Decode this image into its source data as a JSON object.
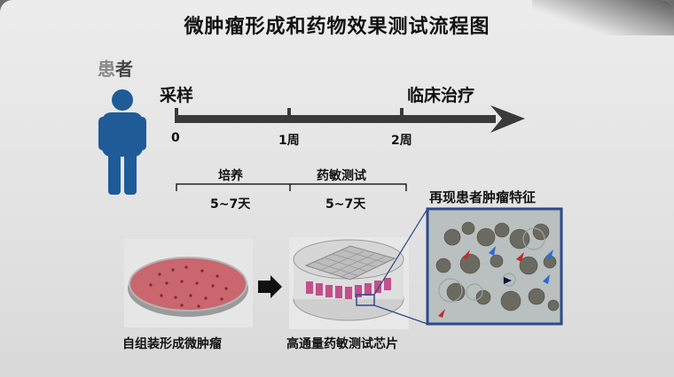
{
  "title": "微肿瘤形成和药物效果测试流程图",
  "patient": {
    "label_a": "患",
    "label_b": "者"
  },
  "timeline": {
    "start_label": "采样",
    "end_label": "临床治疗",
    "ticks": [
      "0",
      "1周",
      "2周"
    ]
  },
  "phases": [
    {
      "name": "培养",
      "duration": "5~7天"
    },
    {
      "name": "药敏测试",
      "duration": "5~7天"
    }
  ],
  "steps": {
    "organoid_caption": "自组装形成微肿瘤",
    "chip_caption": "高通量药敏测试芯片",
    "tumor_caption": "再现患者肿瘤特征"
  },
  "colors": {
    "person": "#1f5b97",
    "arrow": "#3a3a3a",
    "dish": "#c9666e",
    "zoom_border": "#2d4a8a",
    "chip": "#c2508a"
  }
}
